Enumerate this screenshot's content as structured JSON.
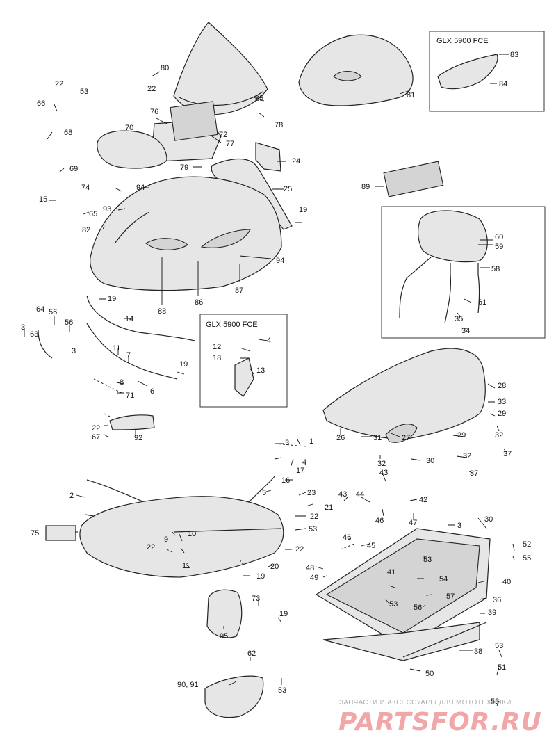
{
  "diagram": {
    "insets": [
      {
        "title": "GLX 5900 FCE"
      },
      {
        "title": "GLX 5900 FCE"
      }
    ],
    "labels": [
      "85",
      "80",
      "22",
      "53",
      "22",
      "66",
      "68",
      "69",
      "15",
      "76",
      "70",
      "72",
      "77",
      "78",
      "81",
      "83",
      "84",
      "24",
      "79",
      "74",
      "94",
      "25",
      "89",
      "93",
      "65",
      "82",
      "19",
      "60",
      "59",
      "58",
      "94",
      "87",
      "88",
      "86",
      "19",
      "14",
      "64",
      "56",
      "3",
      "63",
      "56",
      "3",
      "11",
      "7",
      "6",
      "8",
      "71",
      "19",
      "4",
      "12",
      "18",
      "13",
      "61",
      "35",
      "34",
      "28",
      "33",
      "29",
      "32",
      "37",
      "29",
      "32",
      "37",
      "31",
      "32",
      "30",
      "26",
      "27",
      "22",
      "67",
      "92",
      "1",
      "3",
      "4",
      "17",
      "16",
      "2",
      "5",
      "23",
      "21",
      "22",
      "53",
      "43",
      "44",
      "46",
      "47",
      "42",
      "43",
      "46",
      "45",
      "75",
      "9",
      "10",
      "22",
      "22",
      "20",
      "11",
      "19",
      "3",
      "30",
      "52",
      "55",
      "53",
      "54",
      "40",
      "48",
      "49",
      "41",
      "53",
      "57",
      "56",
      "36",
      "39",
      "38",
      "73",
      "19",
      "95",
      "62",
      "53",
      "90, 91",
      "50",
      "53",
      "51",
      "53"
    ],
    "watermark": {
      "line1": "ЗАПЧАСТИ И АКСЕССУАРЫ ДЛЯ МОТОТЕХНИКИ",
      "logo": "PARTSFOR.RU"
    }
  }
}
